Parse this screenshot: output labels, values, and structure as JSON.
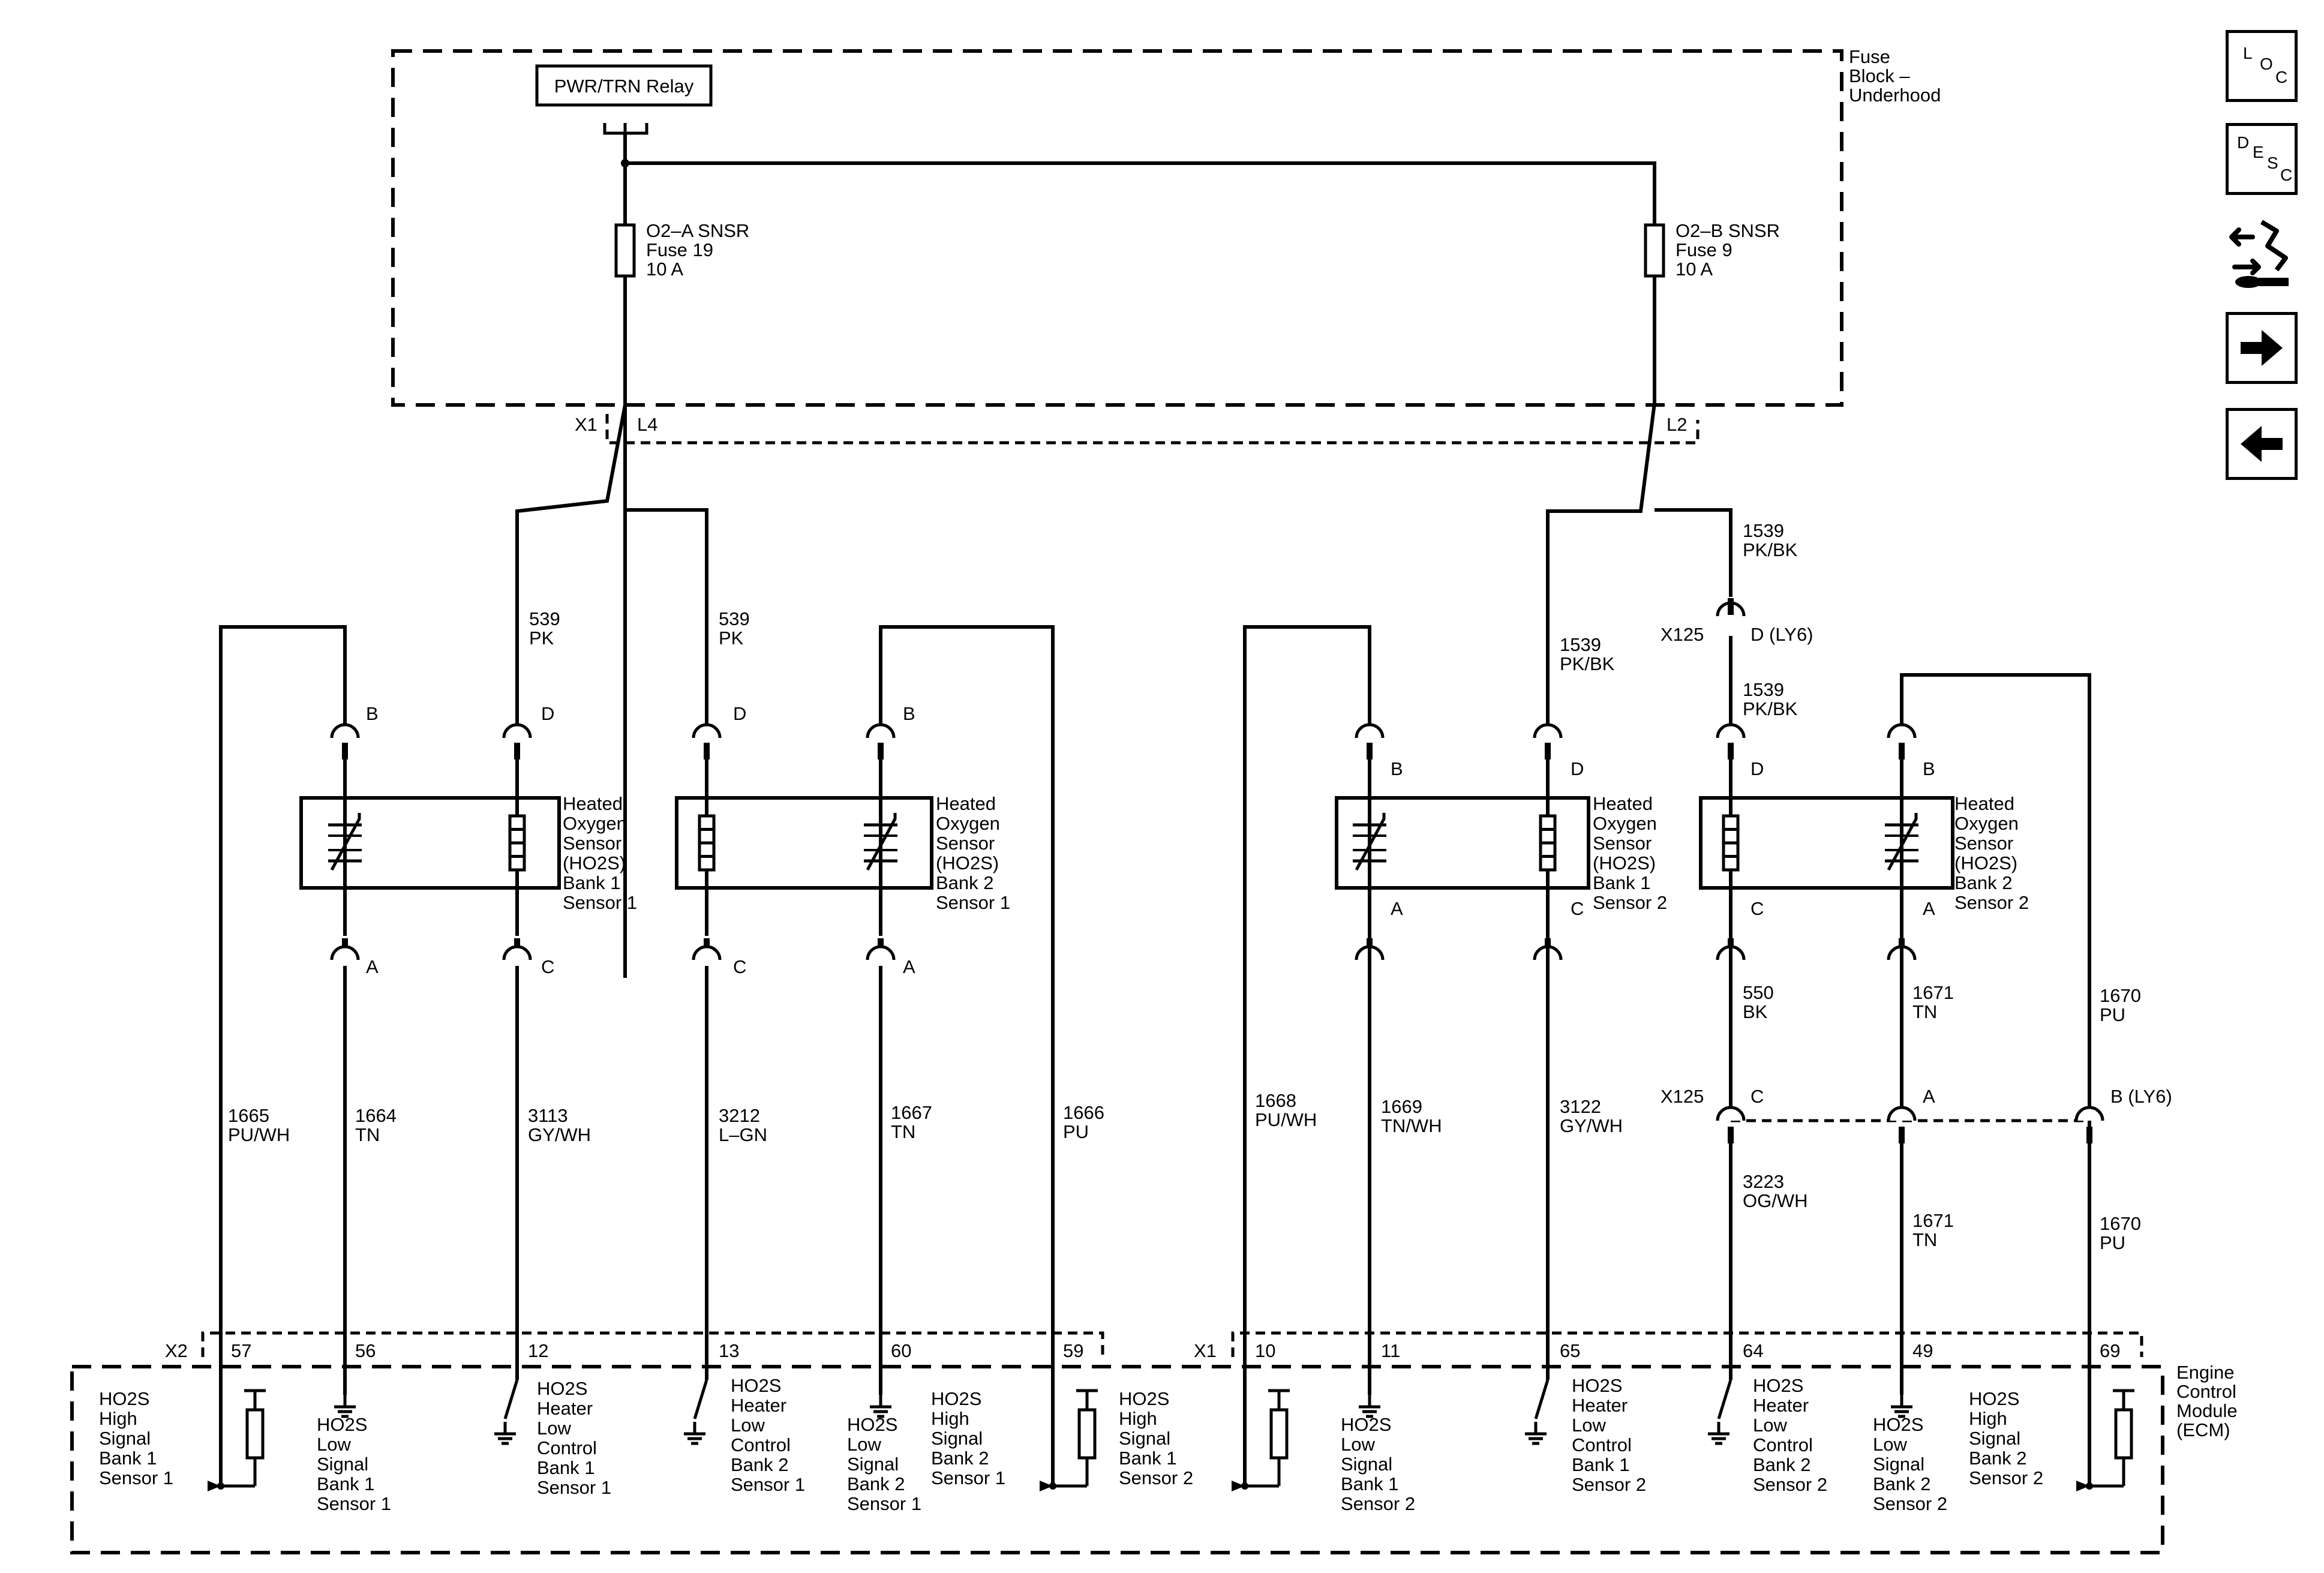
{
  "fuse_block": {
    "title_lines": [
      "Fuse",
      "Block –",
      "Underhood"
    ],
    "relay_label": "PWR/TRN Relay",
    "fuse_a": [
      "O2–A SNSR",
      "Fuse 19",
      "10 A"
    ],
    "fuse_b": [
      "O2–B SNSR",
      "Fuse 9",
      "10 A"
    ],
    "connector_x1": "X1",
    "pin_l4": "L4",
    "pin_l2": "L2"
  },
  "wires_top": {
    "w539_left": [
      "539",
      "PK"
    ],
    "w539_right": [
      "539",
      "PK"
    ],
    "w1539_left": [
      "1539",
      "PK/BK"
    ],
    "w1539_top": [
      "1539",
      "PK/BK"
    ],
    "w1539_mid": [
      "1539",
      "PK/BK"
    ],
    "x125_top_conn": "X125",
    "x125_top_pin": "D (LY6)"
  },
  "sensors": {
    "b1s1": [
      "Heated",
      "Oxygen",
      "Sensor",
      "(HO2S)",
      "Bank 1",
      "Sensor 1"
    ],
    "b2s1": [
      "Heated",
      "Oxygen",
      "Sensor",
      "(HO2S)",
      "Bank 2",
      "Sensor 1"
    ],
    "b1s2": [
      "Heated",
      "Oxygen",
      "Sensor",
      "(HO2S)",
      "Bank 1",
      "Sensor 2"
    ],
    "b2s2": [
      "Heated",
      "Oxygen",
      "Sensor",
      "(HO2S)",
      "Bank 2",
      "Sensor 2"
    ]
  },
  "pins": {
    "b": "B",
    "d": "D",
    "a": "A",
    "c": "C"
  },
  "wires_bottom": {
    "w1665": [
      "1665",
      "PU/WH"
    ],
    "w1664": [
      "1664",
      "TN"
    ],
    "w3113": [
      "3113",
      "GY/WH"
    ],
    "w3212": [
      "3212",
      "L–GN"
    ],
    "w1667": [
      "1667",
      "TN"
    ],
    "w1666": [
      "1666",
      "PU"
    ],
    "w1668": [
      "1668",
      "PU/WH"
    ],
    "w1669": [
      "1669",
      "TN/WH"
    ],
    "w3122": [
      "3122",
      "GY/WH"
    ],
    "w550": [
      "550",
      "BK"
    ],
    "w1671_top": [
      "1671",
      "TN"
    ],
    "w1670_top": [
      "1670",
      "PU"
    ],
    "w3223": [
      "3223",
      "OG/WH"
    ],
    "w1671_bot": [
      "1671",
      "TN"
    ],
    "w1670_bot": [
      "1670",
      "PU"
    ],
    "x125_mid_conn": "X125",
    "x125_mid_c": "C",
    "x125_mid_a": "A",
    "x125_mid_b": "B (LY6)"
  },
  "ecm": {
    "title_lines": [
      "Engine",
      "Control",
      "Module",
      "(ECM)"
    ],
    "conn_x2": "X2",
    "conn_x1": "X1",
    "pins": [
      "57",
      "56",
      "12",
      "13",
      "60",
      "59",
      "10",
      "11",
      "65",
      "64",
      "49",
      "69"
    ],
    "labels": {
      "hi_b1s1": [
        "HO2S",
        "High",
        "Signal",
        "Bank 1",
        "Sensor 1"
      ],
      "lo_b1s1": [
        "HO2S",
        "Low",
        "Signal",
        "Bank 1",
        "Sensor 1"
      ],
      "ht_b1s1": [
        "HO2S",
        "Heater",
        "Low",
        "Control",
        "Bank 1",
        "Sensor 1"
      ],
      "ht_b2s1": [
        "HO2S",
        "Heater",
        "Low",
        "Control",
        "Bank 2",
        "Sensor 1"
      ],
      "lo_b2s1": [
        "HO2S",
        "Low",
        "Signal",
        "Bank 2",
        "Sensor 1"
      ],
      "hi_b2s1": [
        "HO2S",
        "High",
        "Signal",
        "Bank 2",
        "Sensor 1"
      ],
      "hi_b1s2": [
        "HO2S",
        "High",
        "Signal",
        "Bank 1",
        "Sensor 2"
      ],
      "lo_b1s2": [
        "HO2S",
        "Low",
        "Signal",
        "Bank 1",
        "Sensor 2"
      ],
      "ht_b1s2": [
        "HO2S",
        "Heater",
        "Low",
        "Control",
        "Bank 1",
        "Sensor 2"
      ],
      "ht_b2s2": [
        "HO2S",
        "Heater",
        "Low",
        "Control",
        "Bank 2",
        "Sensor 2"
      ],
      "lo_b2s2": [
        "HO2S",
        "Low",
        "Signal",
        "Bank 2",
        "Sensor 2"
      ],
      "hi_b2s2": [
        "HO2S",
        "High",
        "Signal",
        "Bank 2",
        "Sensor 2"
      ]
    }
  },
  "nav": {
    "loc": [
      "L",
      "O",
      "C"
    ],
    "desc": [
      "D",
      "E",
      "S",
      "C"
    ],
    "icons": [
      "schematic-flow-icon",
      "arrow-right-icon",
      "arrow-left-icon"
    ]
  }
}
